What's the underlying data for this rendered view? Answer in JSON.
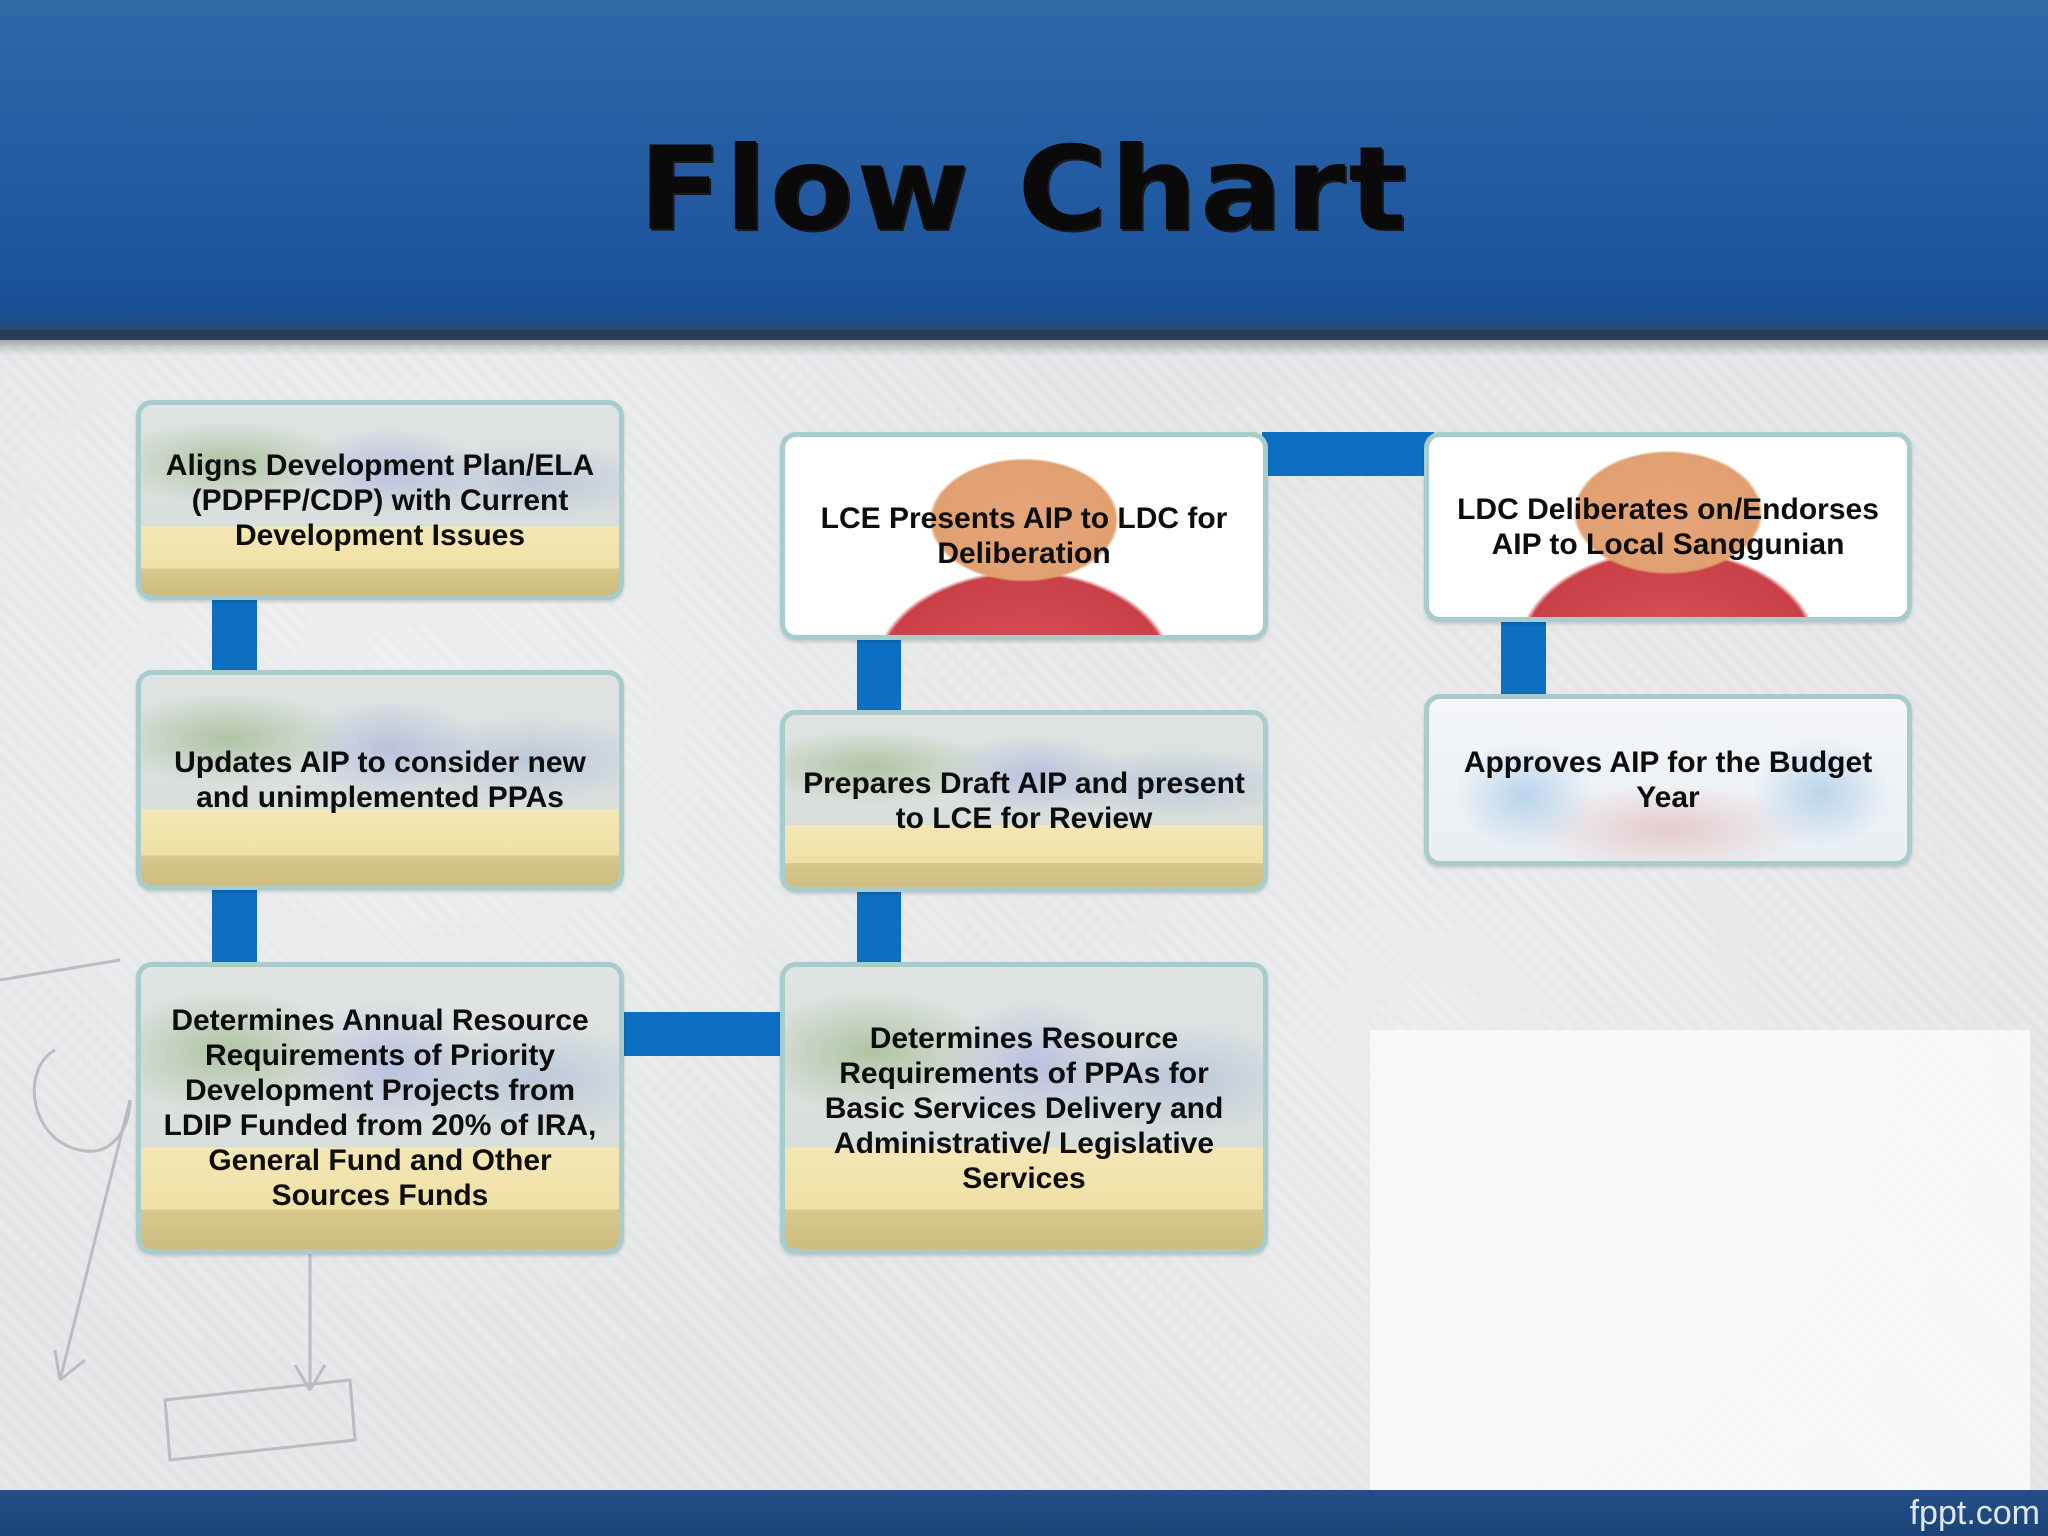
{
  "header": {
    "title": "Flow Chart"
  },
  "footer": {
    "logo": "fppt.com"
  },
  "chart_data": {
    "type": "flowchart",
    "nodes": [
      {
        "id": "aligns",
        "label": "Aligns Development Plan/ELA (PDPFP/CDP) with Current Development Issues"
      },
      {
        "id": "updates",
        "label": "Updates AIP to consider new and unimplemented PPAs"
      },
      {
        "id": "determines_annual",
        "label": "Determines Annual Resource Requirements of Priority Development Projects from LDIP Funded from 20% of IRA, General Fund and Other  Sources Funds"
      },
      {
        "id": "determines_resource",
        "label": "Determines Resource Requirements of PPAs for Basic Services Delivery and Administrative/ Legislative Services"
      },
      {
        "id": "prepares",
        "label": "Prepares Draft AIP and present to LCE for Review"
      },
      {
        "id": "lce_presents",
        "label": "LCE Presents AIP to LDC for Deliberation"
      },
      {
        "id": "ldc_deliberates",
        "label": "LDC Deliberates on/Endorses AIP to Local Sanggunian"
      },
      {
        "id": "approves",
        "label": "Approves AIP for the Budget Year"
      }
    ],
    "edges": [
      [
        "aligns",
        "updates"
      ],
      [
        "updates",
        "determines_annual"
      ],
      [
        "determines_annual",
        "determines_resource"
      ],
      [
        "determines_resource",
        "prepares"
      ],
      [
        "prepares",
        "lce_presents"
      ],
      [
        "lce_presents",
        "ldc_deliberates"
      ],
      [
        "ldc_deliberates",
        "approves"
      ]
    ]
  },
  "colors": {
    "header": "#2260a3",
    "connector": "#0d6fc2",
    "box_border": "#a7cccc",
    "footer": "#1f4a80"
  }
}
